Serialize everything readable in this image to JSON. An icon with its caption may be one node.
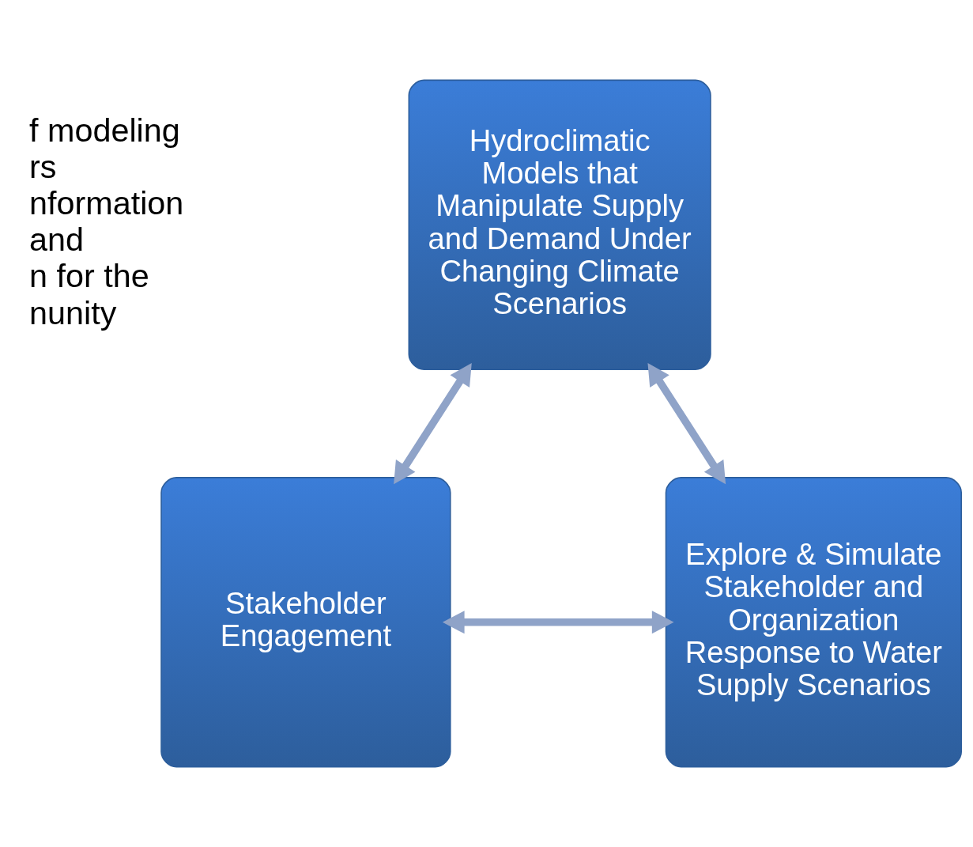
{
  "diagram": {
    "nodes": [
      {
        "text": [
          "Hydroclimatic Models that Manipulate Supply and Demand Under Changing Climate Scenarios"
        ]
      },
      {
        "text": [
          "Stakeholder Engagement"
        ]
      },
      {
        "text": [
          "Explore & Simulate Stakeholder and Organization Response to Water Supply Scenarios"
        ]
      }
    ],
    "edges": [
      {
        "from": 0,
        "to": 1,
        "arrow": "both"
      },
      {
        "from": 0,
        "to": 2,
        "arrow": "both"
      },
      {
        "from": 1,
        "to": 2,
        "arrow": "both"
      }
    ],
    "labels": [
      "f modeling",
      "rs",
      "nformation",
      "and",
      "n for the",
      "nunity"
    ]
  }
}
